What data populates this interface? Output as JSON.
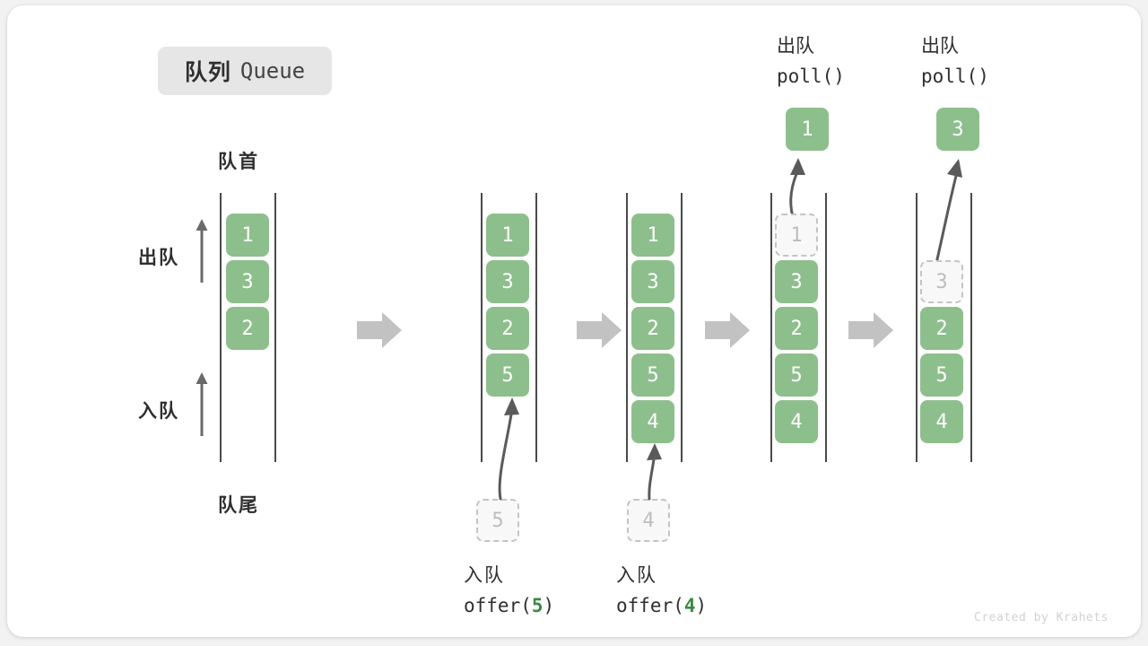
{
  "title": {
    "cn": "队列",
    "en": "Queue"
  },
  "labels": {
    "head": "队首",
    "tail": "队尾",
    "dequeue_side": "出队",
    "enqueue_side": "入队"
  },
  "watermark": "Created by Krahets",
  "colors": {
    "element_green": "#8dbf8d",
    "ghost_fill": "#f8f8f8",
    "ghost_border": "#c4c4c4",
    "rail": "#4a4a4a",
    "connector_arrow": "#c2c2c2",
    "arrow_stroke": "#5a5a5a",
    "badge_bg": "#e6e6e6",
    "code_arg_green": "#3a8a45",
    "text": "#2f2f2f",
    "watermark": "#d2d2d2"
  },
  "columns": [
    {
      "id": "state-initial",
      "items": [
        "1",
        "3",
        "2"
      ],
      "ghost": null,
      "popped": null,
      "caption": null
    },
    {
      "id": "state-after-offer-5",
      "items": [
        "1",
        "3",
        "2",
        "5"
      ],
      "ghost": null,
      "popped": null,
      "incoming": "5",
      "caption": {
        "cn": "入队",
        "code_prefix": "offer(",
        "code_arg": "5",
        "code_suffix": ")"
      }
    },
    {
      "id": "state-after-offer-4",
      "items": [
        "1",
        "3",
        "2",
        "5",
        "4"
      ],
      "ghost": null,
      "popped": null,
      "incoming": "4",
      "caption": {
        "cn": "入队",
        "code_prefix": "offer(",
        "code_arg": "4",
        "code_suffix": ")"
      }
    },
    {
      "id": "state-after-poll-1",
      "items": [
        "3",
        "2",
        "5",
        "4"
      ],
      "ghost": "1",
      "popped": "1",
      "caption": null,
      "top_caption": {
        "cn": "出队",
        "code": "poll()"
      }
    },
    {
      "id": "state-after-poll-3",
      "items": [
        "2",
        "5",
        "4"
      ],
      "ghost": "3",
      "popped": "3",
      "caption": null,
      "top_caption": {
        "cn": "出队",
        "code": "poll()"
      }
    }
  ]
}
